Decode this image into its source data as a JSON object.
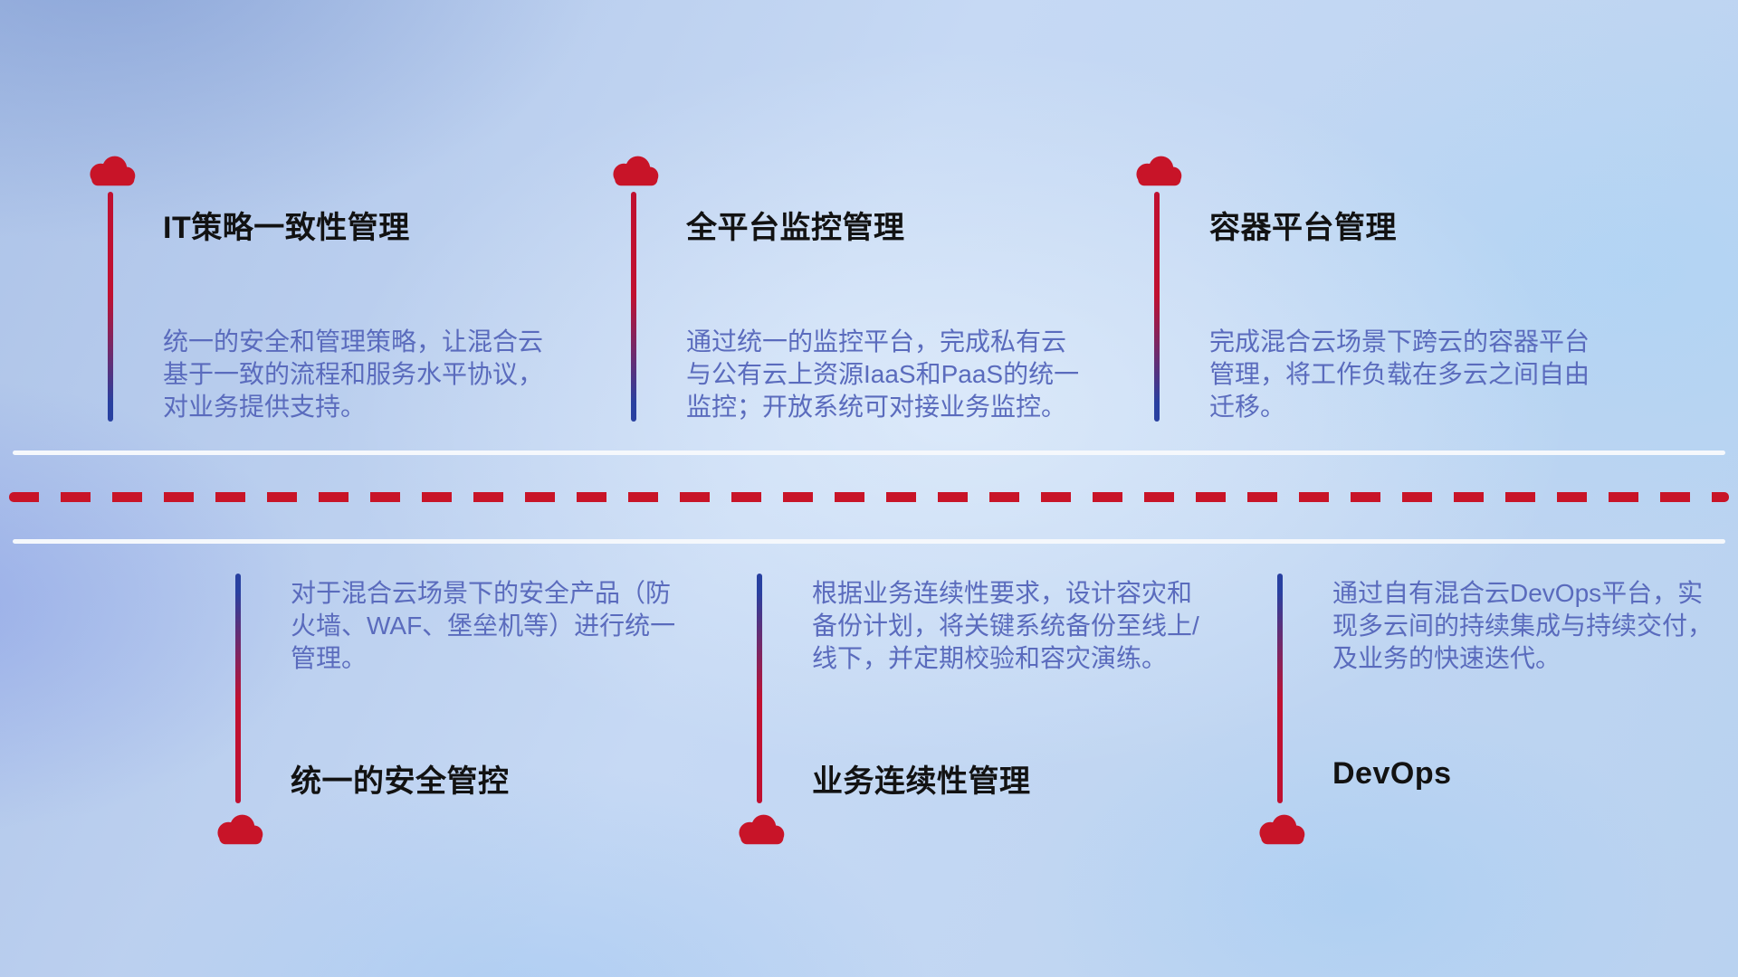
{
  "colors": {
    "accent_red": "#c81428",
    "line_blue": "#2840a0",
    "title_text": "#121212",
    "description_text": "#5a6bbd",
    "divider_white": "#f5f8fc"
  },
  "top_items": [
    {
      "title": "IT策略一致性管理",
      "description": "统一的安全和管理策略，让混合云基于一致的流程和服务水平协议，对业务提供支持。"
    },
    {
      "title": "全平台监控管理",
      "description": "通过统一的监控平台，完成私有云与公有云上资源IaaS和PaaS的统一监控；开放系统可对接业务监控。"
    },
    {
      "title": "容器平台管理",
      "description": "完成混合云场景下跨云的容器平台管理，将工作负载在多云之间自由迁移。"
    }
  ],
  "bottom_items": [
    {
      "title": "统一的安全管控",
      "description": "对于混合云场景下的安全产品（防火墙、WAF、堡垒机等）进行统一管理。"
    },
    {
      "title": "业务连续性管理",
      "description": "根据业务连续性要求，设计容灾和备份计划，将关键系统备份至线上/线下，并定期校验和容灾演练。"
    },
    {
      "title": "DevOps",
      "description": "通过自有混合云DevOps平台，实现多云间的持续集成与持续交付，及业务的快速迭代。"
    }
  ]
}
